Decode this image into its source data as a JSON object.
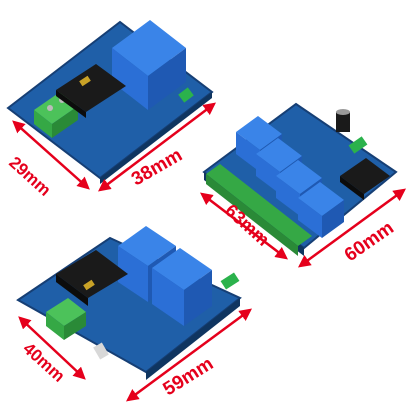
{
  "dimensions": {
    "one_relay_width": "38mm",
    "one_relay_height": "29mm",
    "four_relay_width": "60mm",
    "four_relay_height": "63mm",
    "two_relay_width": "59mm",
    "two_relay_height": "40mm"
  },
  "colors": {
    "dimension_arrow": "#e5001c",
    "pcb": "#1f5fa8",
    "relay": "#2b6fd6",
    "terminal": "#35a845",
    "wifi_module": "#1a1a1a"
  }
}
